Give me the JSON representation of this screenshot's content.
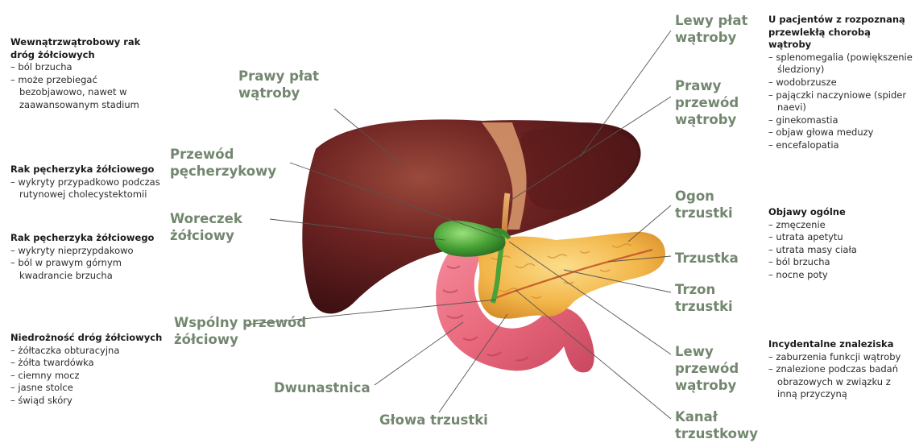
{
  "left": [
    {
      "title": "Wewnątrzwątrobowy rak dróg żółciowych",
      "items": [
        "ból brzucha",
        "może przebiegać bezobjawowo, nawet w zaawansowanym stadium"
      ]
    },
    {
      "title": "Rak pęcherzyka żółciowego",
      "items": [
        "wykryty przypadkowo podczas rutynowej cholecystektomii"
      ]
    },
    {
      "title": "Rak pęcherzyka żółciowego",
      "items": [
        "wykryty nieprzypdakowo",
        "ból w prawym górnym kwadrancie brzucha"
      ]
    },
    {
      "title": "Niedrożność dróg żółciowych",
      "items": [
        "żółtaczka obturacyjna",
        "żółta twardówka",
        "ciemny mocz",
        "jasne stolce",
        "świąd skóry"
      ]
    }
  ],
  "right": [
    {
      "title": "U pacjentów z rozpoznaną przewlekłą chorobą wątroby",
      "items": [
        "splenomegalia (powiększenie śledziony)",
        "wodobrzusze",
        "pajączki naczyniowe (spider naevi)",
        "ginekomastia",
        "objaw głowa meduzy",
        "encefalopatia"
      ]
    },
    {
      "title": "Objawy ogólne",
      "items": [
        "zmęczenie",
        "utrata apetytu",
        "utrata masy ciała",
        "ból brzucha",
        "nocne poty"
      ]
    },
    {
      "title": "Incydentalne znaleziska",
      "items": [
        "zaburzenia funkcji wątroby",
        "znalezione podczas badań obrazowych w związku z inną przyczyną"
      ]
    }
  ],
  "labels": {
    "prawy_plat": "Prawy płat wątroby",
    "przewod_pech": "Przewód pęcherzykowy",
    "woreczek": "Woreczek żółciowy",
    "wspolny": "Wspólny przewód żółciowy",
    "dwunastnica": "Dwunastnica",
    "glowa": "Głowa trzustki",
    "lewy_plat": "Lewy płat wątroby",
    "prawy_przewod": "Prawy przewód wątroby",
    "ogon": "Ogon trzustki",
    "trzustka": "Trzustka",
    "trzon": "Trzon trzustki",
    "lewy_przewod": "Lewy przewód wątroby",
    "kanal": "Kanał trzustkowy"
  },
  "colors": {
    "label": "#73876f",
    "liver": "#6e2422",
    "gallbladder": "#4aa238",
    "pancreas": "#f2b64a",
    "duodenum": "#e9687c"
  }
}
